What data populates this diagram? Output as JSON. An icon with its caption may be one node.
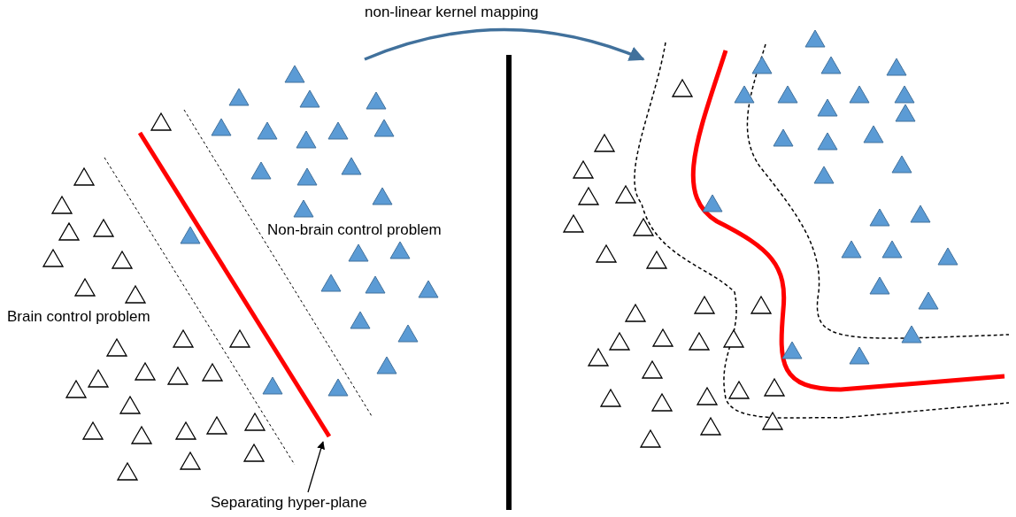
{
  "diagram": {
    "nodes": [
      {
        "text": [
          "Separating hyper-plane"
        ]
      },
      {
        "text": [],
        "shape": "line"
      }
    ],
    "edges": [
      {
        "from": 0,
        "to": 1,
        "arrow": "to"
      }
    ],
    "labels": [
      "non-linear kernel mapping",
      "Non-brain control problem",
      "Brain control problem"
    ]
  }
}
